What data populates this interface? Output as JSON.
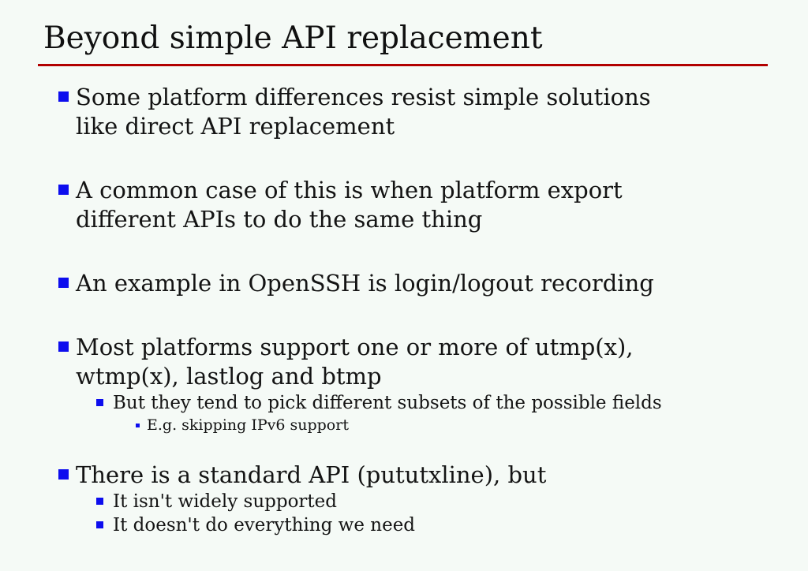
{
  "slide": {
    "title": "Beyond simple API replacement",
    "colors": {
      "background": "#f5faf6",
      "title_text": "#101010",
      "title_rule": "#b20000",
      "bullet_marker": "#0d0dee",
      "body_text": "#141414"
    },
    "bullets": [
      {
        "level": 1,
        "lines": [
          "Some platform differences resist simple solutions",
          "like direct API replacement"
        ]
      },
      {
        "level": 1,
        "lines": [
          "A common case of this is when platform export",
          "different APIs to do the same thing"
        ]
      },
      {
        "level": 1,
        "lines": [
          "An example in OpenSSH is login/logout recording"
        ]
      },
      {
        "level": 1,
        "lines": [
          "Most platforms support one or more of utmp(x),",
          "wtmp(x), lastlog and btmp"
        ]
      },
      {
        "level": 2,
        "lines": [
          "But they tend to pick different subsets of the possible fields"
        ]
      },
      {
        "level": 3,
        "lines": [
          "E.g. skipping IPv6 support"
        ]
      },
      {
        "level": 1,
        "lines": [
          "There is a standard API (pututxline), but"
        ]
      },
      {
        "level": 2,
        "lines": [
          "It isn't widely supported"
        ]
      },
      {
        "level": 2,
        "lines": [
          "It doesn't do everything we need"
        ]
      }
    ]
  }
}
